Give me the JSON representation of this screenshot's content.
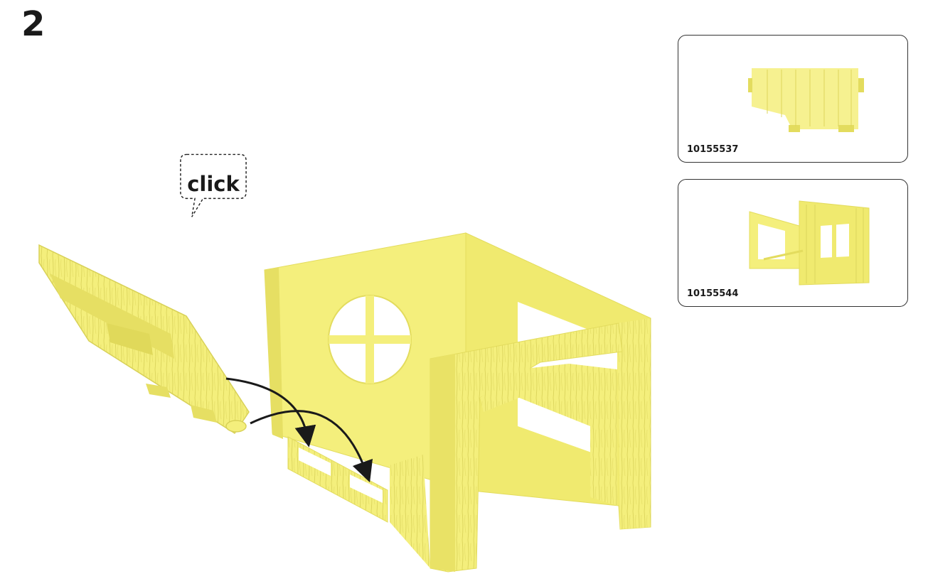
{
  "step": {
    "number": "2"
  },
  "callout": {
    "text": "click"
  },
  "parts": [
    {
      "code": "10155537",
      "icon": "wall-panel-icon"
    },
    {
      "code": "10155544",
      "icon": "house-frame-icon"
    }
  ],
  "colors": {
    "part_fill": "#f4ef7c",
    "part_shade": "#e3dc5e",
    "part_dark": "#cfc747",
    "outline": "#333333",
    "arrow": "#1a1a1a"
  }
}
